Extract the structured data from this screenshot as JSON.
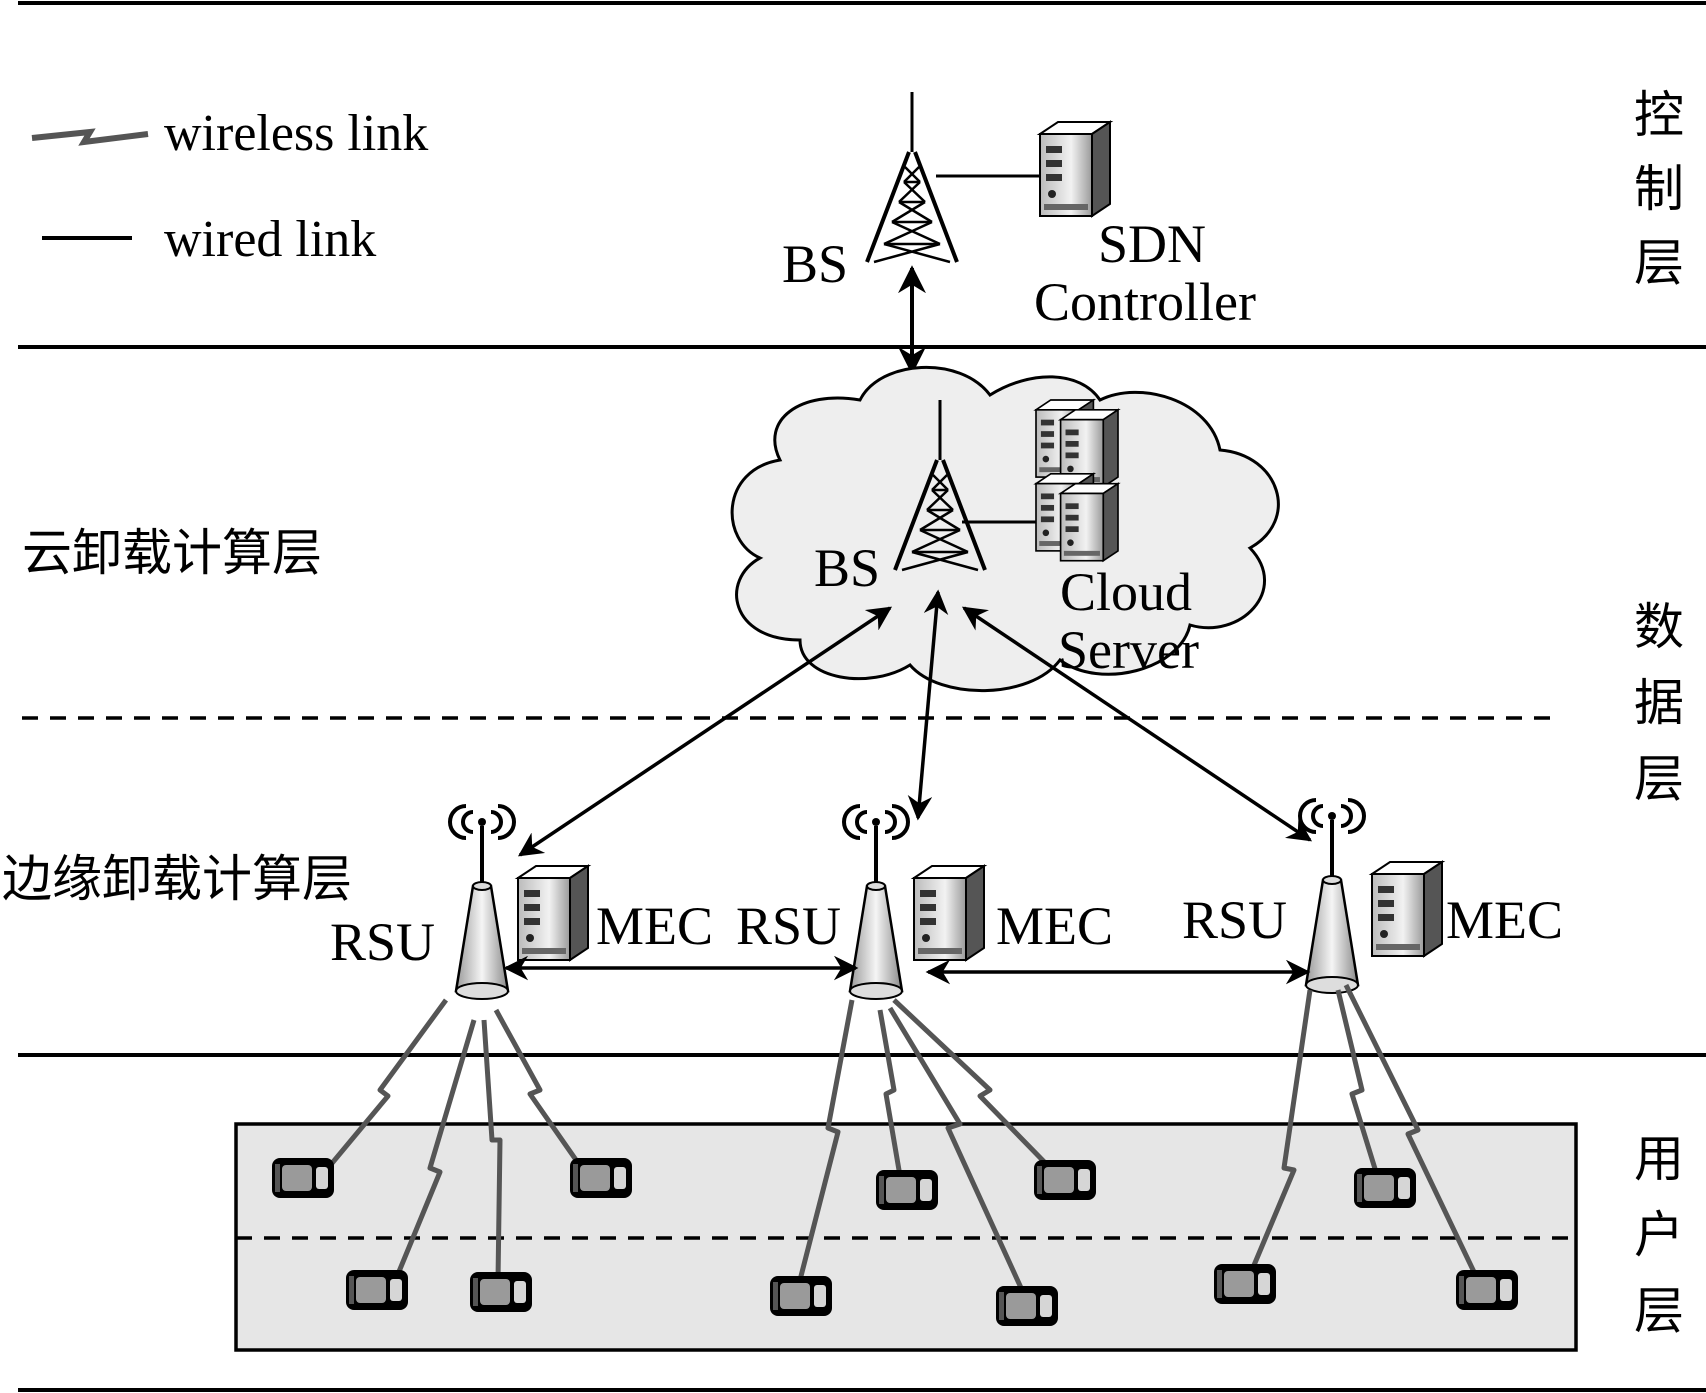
{
  "legend": {
    "wireless": "wireless link",
    "wired": "wired link"
  },
  "layers": {
    "control": [
      "控",
      "制",
      "层"
    ],
    "data": [
      "数",
      "据",
      "层"
    ],
    "user": [
      "用",
      "户",
      "层"
    ],
    "cloud_offload": "云卸载计算层",
    "edge_offload": "边缘卸载计算层"
  },
  "control_layer": {
    "bs_label": "BS",
    "sdn_line1": "SDN",
    "sdn_line2": "Controller"
  },
  "cloud": {
    "bs_label": "BS",
    "server_line1": "Cloud",
    "server_line2": "Server"
  },
  "edge": {
    "nodes": [
      {
        "rsu_label": "RSU",
        "mec_label": "MEC"
      },
      {
        "rsu_label": "RSU",
        "mec_label": "MEC"
      },
      {
        "rsu_label": "RSU",
        "mec_label": "MEC"
      }
    ]
  },
  "colors": {
    "line": "#000000",
    "wireless": "#555555",
    "road": "#e6e6e6",
    "cloud": "#eeeeee"
  }
}
